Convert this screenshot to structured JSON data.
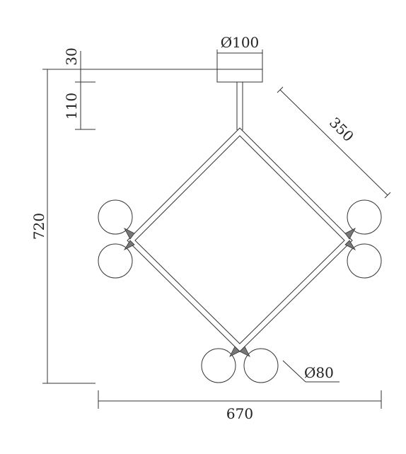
{
  "dimensions": {
    "canopy_diameter": "Ø100",
    "canopy_height": "30",
    "stem_height": "110",
    "total_height": "720",
    "arm_length": "350",
    "total_width": "670",
    "globe_diameter": "Ø80"
  }
}
